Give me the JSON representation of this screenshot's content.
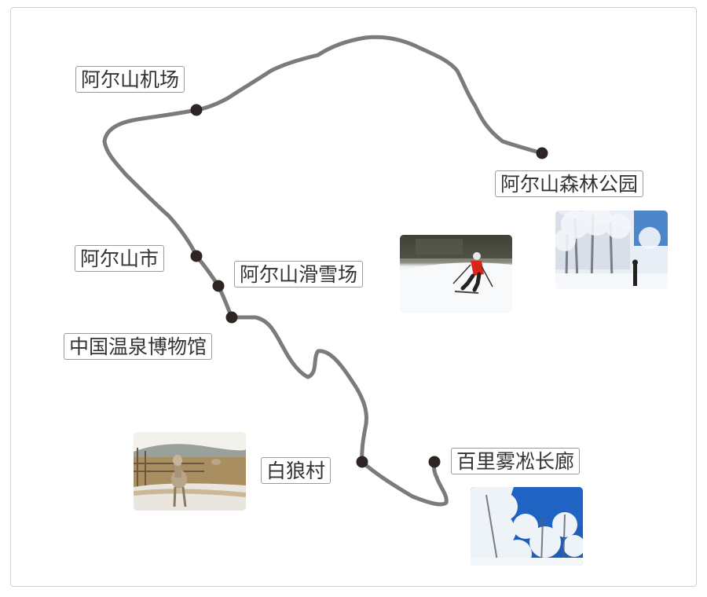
{
  "map": {
    "stops": [
      {
        "id": "airport",
        "name": "阿尔山机场"
      },
      {
        "id": "forest-park",
        "name": "阿尔山森林公园"
      },
      {
        "id": "city",
        "name": "阿尔山市"
      },
      {
        "id": "ski-resort",
        "name": "阿尔山滑雪场"
      },
      {
        "id": "hot-spring-museum",
        "name": "中国温泉博物馆"
      },
      {
        "id": "white-wolf-village",
        "name": "白狼村"
      },
      {
        "id": "rime-corridor",
        "name": "百里雾凇长廊"
      }
    ],
    "photos": [
      {
        "subject": "ski-resort",
        "icon": "skier-photo"
      },
      {
        "subject": "forest-park",
        "icon": "snow-forest-photo"
      },
      {
        "subject": "white-wolf-village",
        "icon": "deer-photo"
      },
      {
        "subject": "rime-corridor",
        "icon": "rime-trees-photo"
      }
    ],
    "colors": {
      "route": "#7b7b7b",
      "stop": "#2e2424",
      "label_border": "#9a9a9a"
    }
  }
}
